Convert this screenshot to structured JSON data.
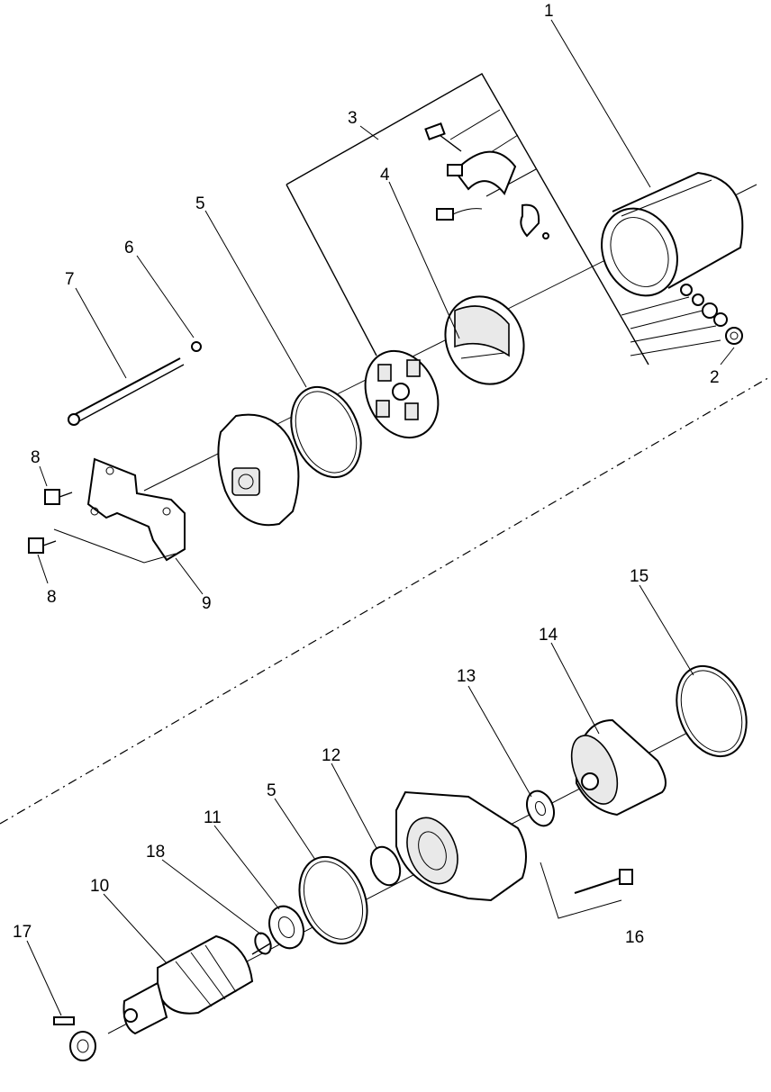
{
  "diagram": {
    "callouts": {
      "c1": "1",
      "c2": "2",
      "c3": "3",
      "c4": "4",
      "c5a": "5",
      "c6": "6",
      "c7": "7",
      "c8a": "8",
      "c8b": "8",
      "c9": "9",
      "c10": "10",
      "c11": "11",
      "c12": "12",
      "c5b": "5",
      "c13": "13",
      "c14": "14",
      "c15": "15",
      "c16": "16",
      "c17": "17",
      "c18": "18"
    }
  }
}
